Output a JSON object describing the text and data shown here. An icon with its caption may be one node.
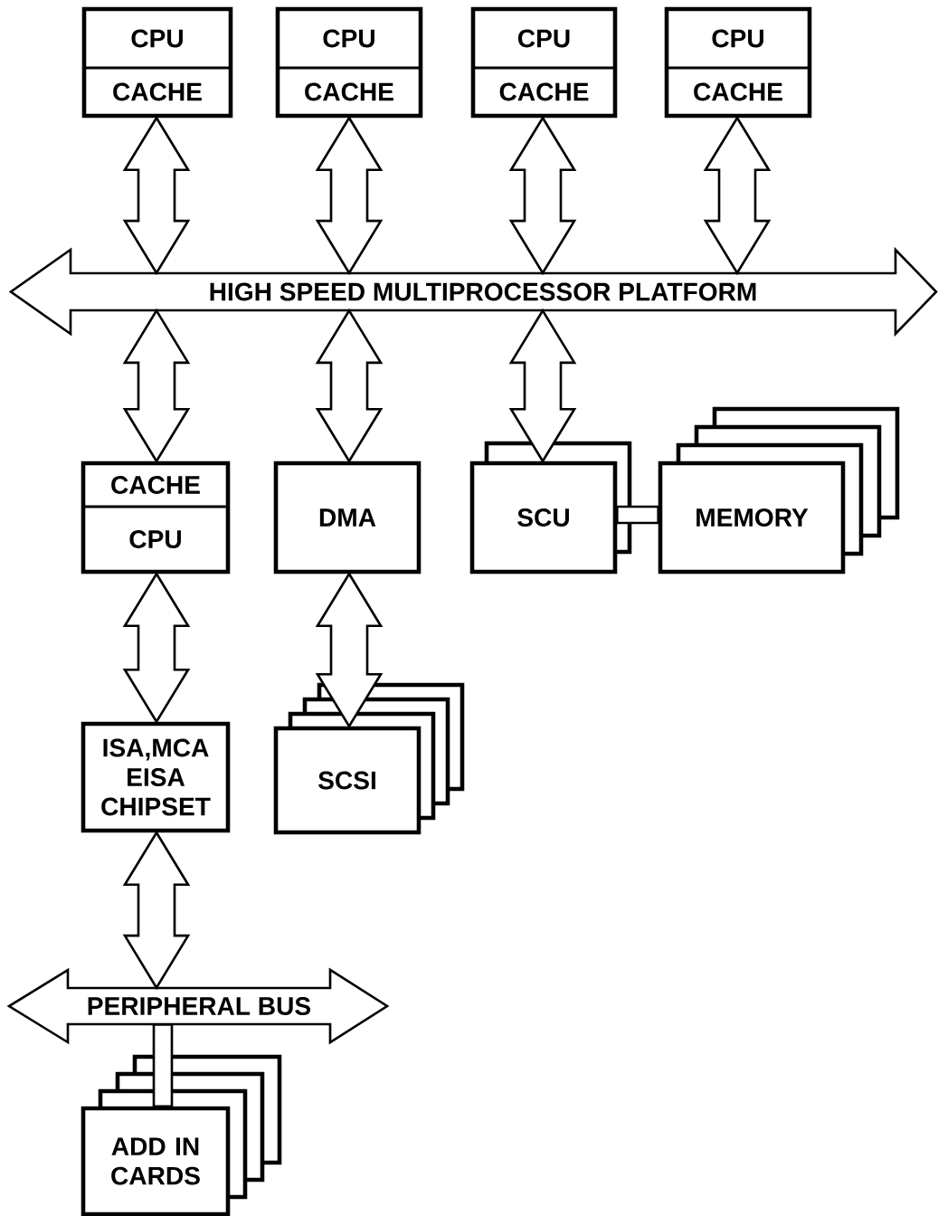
{
  "diagram": {
    "nodes": [
      {
        "text": [
          "CPU",
          "CACHE"
        ]
      },
      {
        "text": [
          "CPU",
          "CACHE"
        ]
      },
      {
        "text": [
          "CPU",
          "CACHE"
        ]
      },
      {
        "text": [
          "CPU",
          "CACHE"
        ]
      },
      {
        "text": [
          "HIGH SPEED MULTIPROCESSOR PLATFORM"
        ]
      },
      {
        "text": [
          "CACHE",
          "CPU"
        ]
      },
      {
        "text": [
          "DMA"
        ]
      },
      {
        "text": [
          "SCU"
        ]
      },
      {
        "text": [
          "MEMORY"
        ]
      },
      {
        "text": [
          "ISA,MCA EISA CHIPSET"
        ]
      },
      {
        "text": [
          "SCSI"
        ]
      },
      {
        "text": [
          "PERIPHERAL BUS"
        ]
      },
      {
        "text": [
          "ADD IN CARDS"
        ]
      }
    ],
    "edges": [
      {
        "from": 0,
        "to": 4,
        "arrow": "both"
      },
      {
        "from": 1,
        "to": 4,
        "arrow": "both"
      },
      {
        "from": 2,
        "to": 4,
        "arrow": "both"
      },
      {
        "from": 3,
        "to": 4,
        "arrow": "both"
      },
      {
        "from": 4,
        "to": 5,
        "arrow": "both"
      },
      {
        "from": 4,
        "to": 6,
        "arrow": "both"
      },
      {
        "from": 4,
        "to": 7,
        "arrow": "both"
      },
      {
        "from": 7,
        "to": 8,
        "arrow": "none"
      },
      {
        "from": 5,
        "to": 9,
        "arrow": "both"
      },
      {
        "from": 6,
        "to": 10,
        "arrow": "both"
      },
      {
        "from": 9,
        "to": 11,
        "arrow": "both"
      },
      {
        "from": 11,
        "to": 12,
        "arrow": "none"
      }
    ]
  }
}
